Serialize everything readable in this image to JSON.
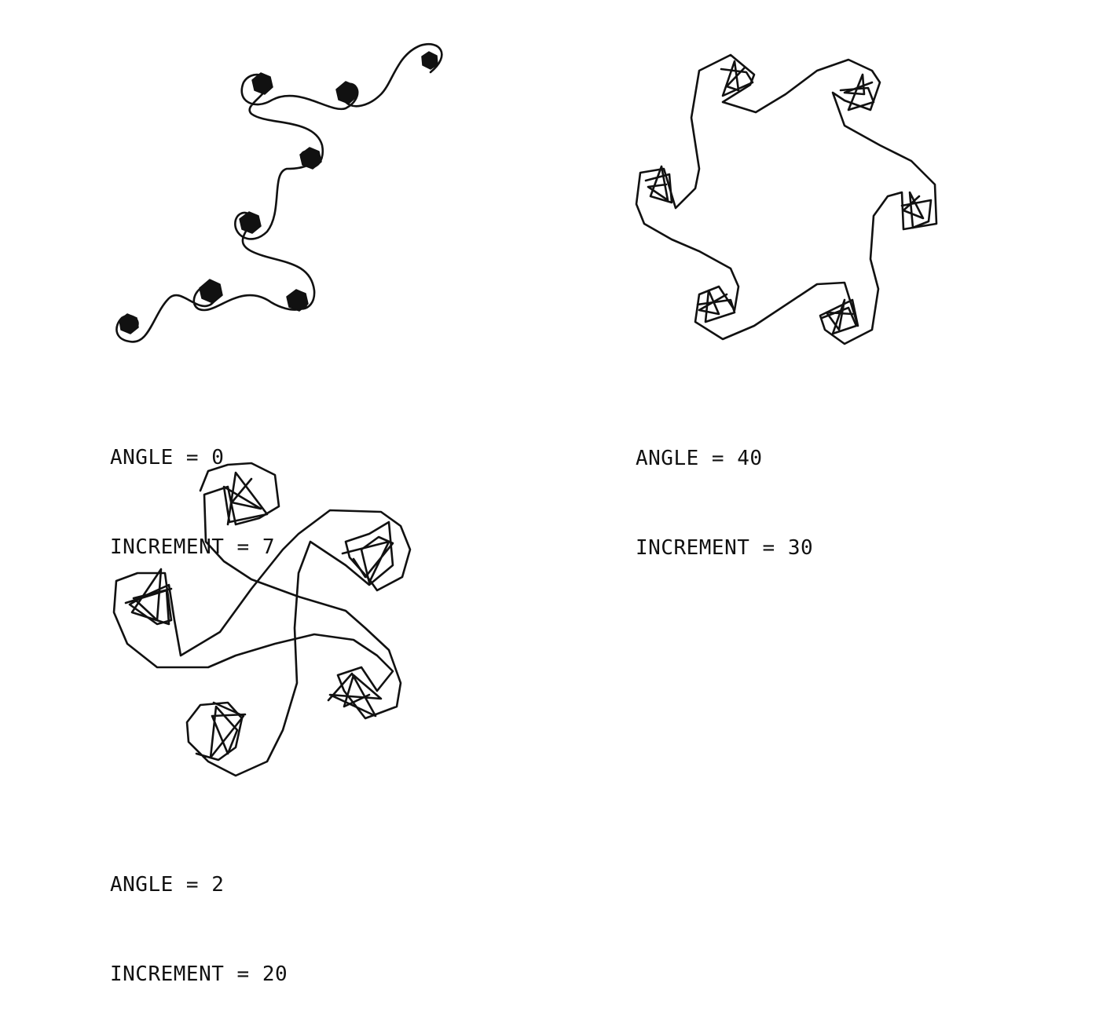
{
  "figures": [
    {
      "angle_label": "ANGLE = 0",
      "increment_label": "INCREMENT = 7"
    },
    {
      "angle_label": "ANGLE = 40",
      "increment_label": "INCREMENT = 30"
    },
    {
      "angle_label": "ANGLE = 2",
      "increment_label": "INCREMENT = 20"
    }
  ],
  "colors": {
    "stroke": "#111111",
    "background": "#ffffff"
  }
}
